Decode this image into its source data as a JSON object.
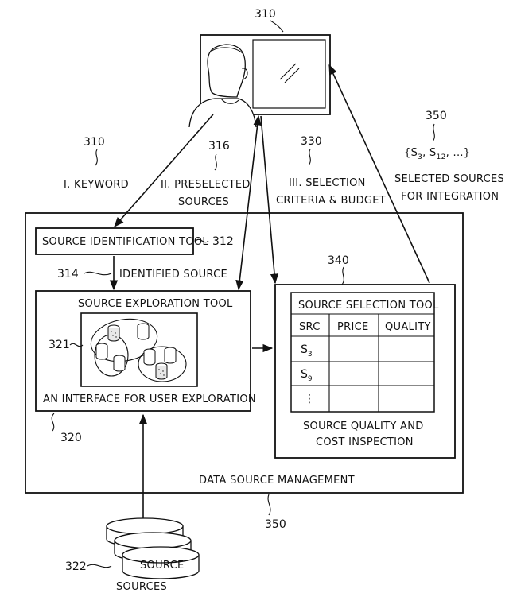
{
  "labels": {
    "monitor_ref": "310",
    "keyword_ref": "310",
    "keyword": "I. KEYWORD",
    "preselected_ref": "316",
    "preselected_1": "II. PRESELECTED",
    "preselected_2": "SOURCES",
    "criteria_ref": "330",
    "criteria_1": "III. SELECTION",
    "criteria_2": "CRITERIA & BUDGET",
    "selected_ref": "350",
    "selected_set_open": "{S",
    "selected_set_s3": "3",
    "selected_set_mid": ", S",
    "selected_set_s12": "12",
    "selected_set_end": ", ...}",
    "selected_1": "SELECTED SOURCES",
    "selected_2": "FOR INTEGRATION",
    "sid_tool": "SOURCE IDENTIFICATION TOOL",
    "sid_ref": "312",
    "identified_ref": "314",
    "identified": "IDENTIFIED SOURCE",
    "exploration_title": "SOURCE EXPLORATION TOOL",
    "exploration_sub": "AN INTERFACE FOR USER EXPLORATION",
    "cluster_ref": "321",
    "exploration_ref": "320",
    "selection_ref": "340",
    "selection_title": "SOURCE SELECTION TOOL",
    "selection_caption_1": "SOURCE QUALITY AND",
    "selection_caption_2": "COST INSPECTION",
    "dsm": "DATA SOURCE MANAGEMENT",
    "dsm_ref": "350",
    "sources_ref": "322",
    "sources_disk": "SOURCE",
    "sources": "SOURCES"
  },
  "table": {
    "headers": [
      "SRC",
      "PRICE",
      "QUALITY"
    ],
    "rows": [
      {
        "src": "S",
        "sub": "3"
      },
      {
        "src": "S",
        "sub": "9"
      },
      {
        "src": "⋮",
        "sub": ""
      }
    ]
  }
}
